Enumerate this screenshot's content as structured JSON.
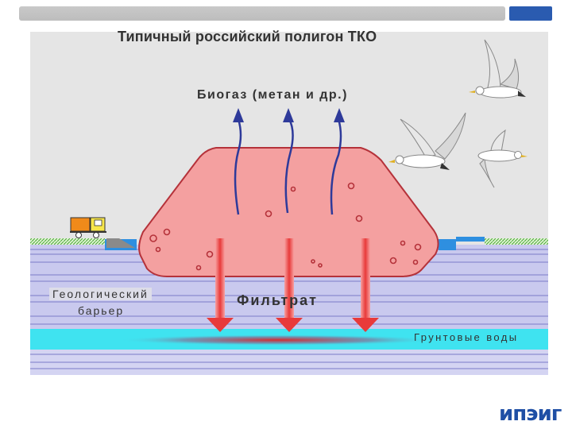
{
  "title": "Типичный российский полигон ТКО",
  "labels": {
    "biogas": "Биогаз (метан и др.)",
    "barrier_line1": "Геологический",
    "barrier_line2": "барьер",
    "filtrate": "Фильтрат",
    "groundwater": "Грунтовые воды"
  },
  "logo": "ипэиг",
  "colors": {
    "landfill_fill": "#f4a0a0",
    "landfill_stroke": "#b5323a",
    "biogas_arrow": "#2e3a9a",
    "filtrate_arrow": "#e83a3a",
    "groundwater": "#3fe3f0",
    "soil_layer": "#c9c9ee",
    "logo": "#1f4fa5"
  },
  "icons": [
    "truck-icon",
    "seagull-icon"
  ]
}
